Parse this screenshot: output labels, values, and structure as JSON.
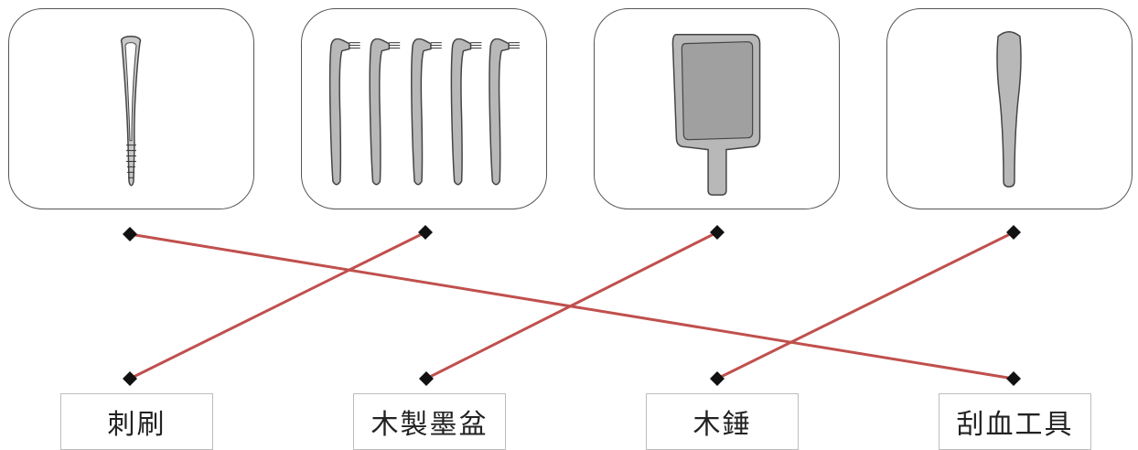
{
  "items": [
    {
      "id": "i1",
      "icon": "bamboo-pick-icon"
    },
    {
      "id": "i2",
      "icon": "brush-set-icon"
    },
    {
      "id": "i3",
      "icon": "wooden-ink-tray-icon"
    },
    {
      "id": "i4",
      "icon": "wooden-spatula-icon"
    }
  ],
  "labels": [
    {
      "id": "l1",
      "text": "刺刷"
    },
    {
      "id": "l2",
      "text": "木製墨盆"
    },
    {
      "id": "l3",
      "text": "木錘"
    },
    {
      "id": "l4",
      "text": "刮血工具"
    }
  ],
  "connections": [
    {
      "from": "i1",
      "to": "l4"
    },
    {
      "from": "i2",
      "to": "l1"
    },
    {
      "from": "i3",
      "to": "l2"
    },
    {
      "from": "i4",
      "to": "l3"
    }
  ],
  "colors": {
    "line": "#c0504d",
    "dot": "#111111",
    "card_border": "#555555",
    "icon_fill": "#b8b8b8",
    "icon_fill_dark": "#a0a0a0",
    "icon_stroke": "#444444"
  }
}
